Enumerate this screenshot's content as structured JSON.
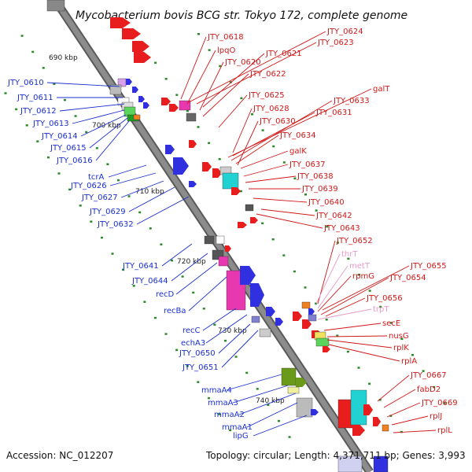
{
  "title": "Mycobacterium bovis BCG str. Tokyo 172, complete genome",
  "colors": {
    "blue_label": "#1a2fd0",
    "red_label": "#d01818",
    "pink_label": "#e89ac8",
    "backbone": "#8c8c8c"
  },
  "kbp_ticks": [
    {
      "text": "690 kbp"
    },
    {
      "text": "700 kbp"
    },
    {
      "text": "710 kbp"
    },
    {
      "text": "720 kbp"
    },
    {
      "text": "730 kbp"
    },
    {
      "text": "740 kbp"
    }
  ],
  "left_labels": [
    "JTY_0610",
    "JTY_0611",
    "JTY_0612",
    "JTY_0613",
    "JTY_0614",
    "JTY_0615",
    "JTY_0616",
    "tcrA",
    "JTY_0626",
    "JTY_0627",
    "JTY_0629",
    "JTY_0632",
    "JTY_0641",
    "JTY_0644",
    "recD",
    "recBa",
    "recC",
    "echA3",
    "JTY_0650",
    "JTY_0651",
    "mmaA4",
    "mmaA3",
    "mmaA2",
    "mmaA1",
    "lipG"
  ],
  "right_labels": [
    "JTY_0624",
    "JTY_0618",
    "JTY_0623",
    "lpqO",
    "JTY_0621",
    "JTY_0620",
    "JTY_0622",
    "JTY_0625",
    "galT",
    "JTY_0633",
    "JTY_0628",
    "JTY_0631",
    "JTY_0630",
    "JTY_0634",
    "galK",
    "JTY_0637",
    "JTY_0638",
    "JTY_0639",
    "JTY_0640",
    "JTY_0642",
    "JTY_0643",
    "JTY_0652",
    "thrT",
    "metT",
    "JTY_0655",
    "rpmG",
    "JTY_0654",
    "JTY_0656",
    "trpT",
    "secE",
    "nusG",
    "rplK",
    "rplA",
    "JTY_0667",
    "fabD2",
    "JTY_0669",
    "rplJ",
    "rplL"
  ],
  "footer": {
    "accession": "Accession: NC_012207",
    "topology": "Topology: circular; Length: 4,371,711 bp; Genes: 3,993"
  }
}
